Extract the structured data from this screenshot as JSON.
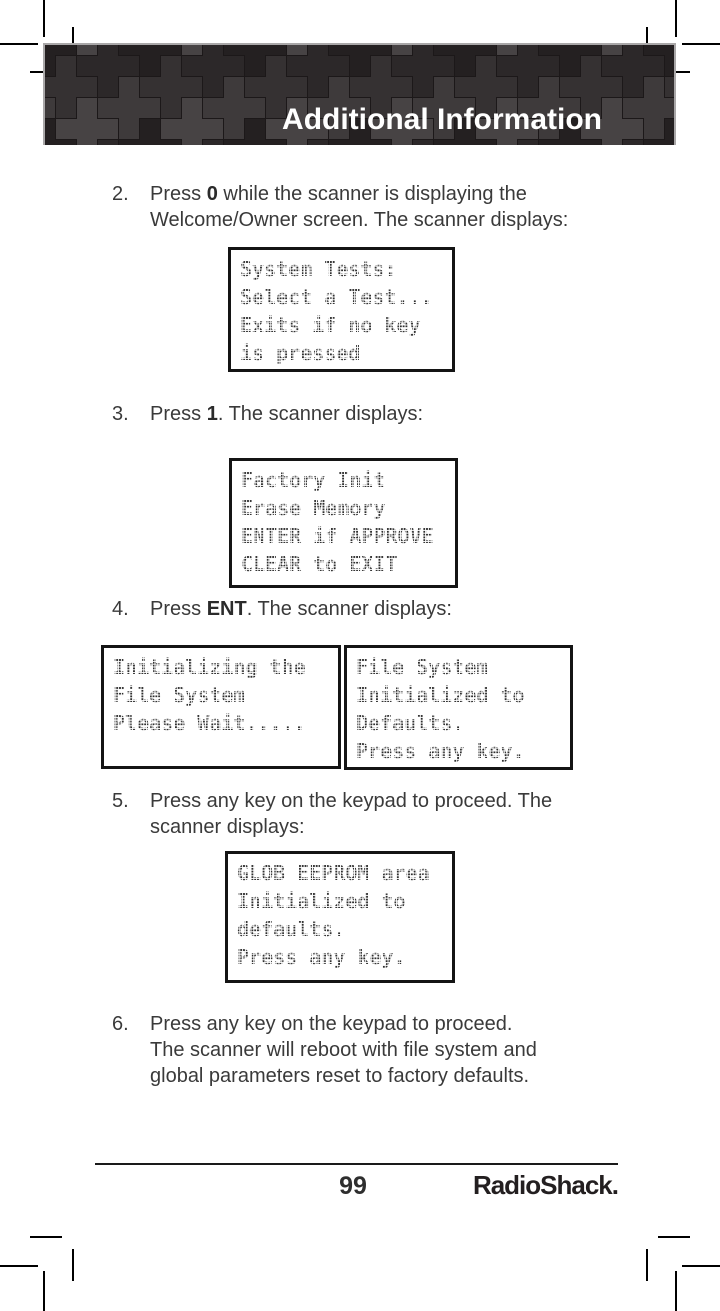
{
  "header": {
    "title": "Additional Information"
  },
  "steps": [
    {
      "num": "2.",
      "pre": "Press ",
      "key": "0",
      "post": " while the scanner is displaying the\nWelcome/Owner screen. The scanner displays:"
    },
    {
      "num": "3.",
      "pre": "Press ",
      "key": "1",
      "post": ". The scanner displays:"
    },
    {
      "num": "4.",
      "pre": "Press ",
      "key": "ENT",
      "post": ". The scanner displays:"
    },
    {
      "num": "5.",
      "pre": "Press any key on the keypad to proceed. The\nscanner displays:",
      "key": "",
      "post": ""
    },
    {
      "num": "6.",
      "pre": "Press any key on the keypad to proceed.\nThe scanner will reboot with file system and\nglobal parameters reset to factory defaults.",
      "key": "",
      "post": ""
    }
  ],
  "screens": [
    {
      "name": "system-tests",
      "lines": [
        "System Tests:",
        "Select a Test...",
        "Exits if no key",
        "is pressed"
      ]
    },
    {
      "name": "factory-init",
      "lines": [
        "Factory Init",
        "Erase Memory",
        "ENTER if APPROVE",
        "CLEAR to EXIT"
      ]
    },
    {
      "name": "initializing-file-system",
      "lines": [
        "Initializing the",
        "File System",
        "Please Wait....."
      ]
    },
    {
      "name": "file-system-initialized",
      "lines": [
        "File System",
        "Initialized to",
        "Defaults.",
        "Press any key."
      ]
    },
    {
      "name": "glob-eeprom-initialized",
      "lines": [
        "GLOB EEPROM area",
        "Initialized to",
        "defaults.",
        "Press any key."
      ]
    }
  ],
  "footer": {
    "page_number": "99",
    "brand": "RadioShack."
  },
  "colors": {
    "banner_background": "#2a2627",
    "banner_title": "#ffffff",
    "body_text": "#3a3a3a",
    "lcd_text": "#2e2e2e"
  }
}
